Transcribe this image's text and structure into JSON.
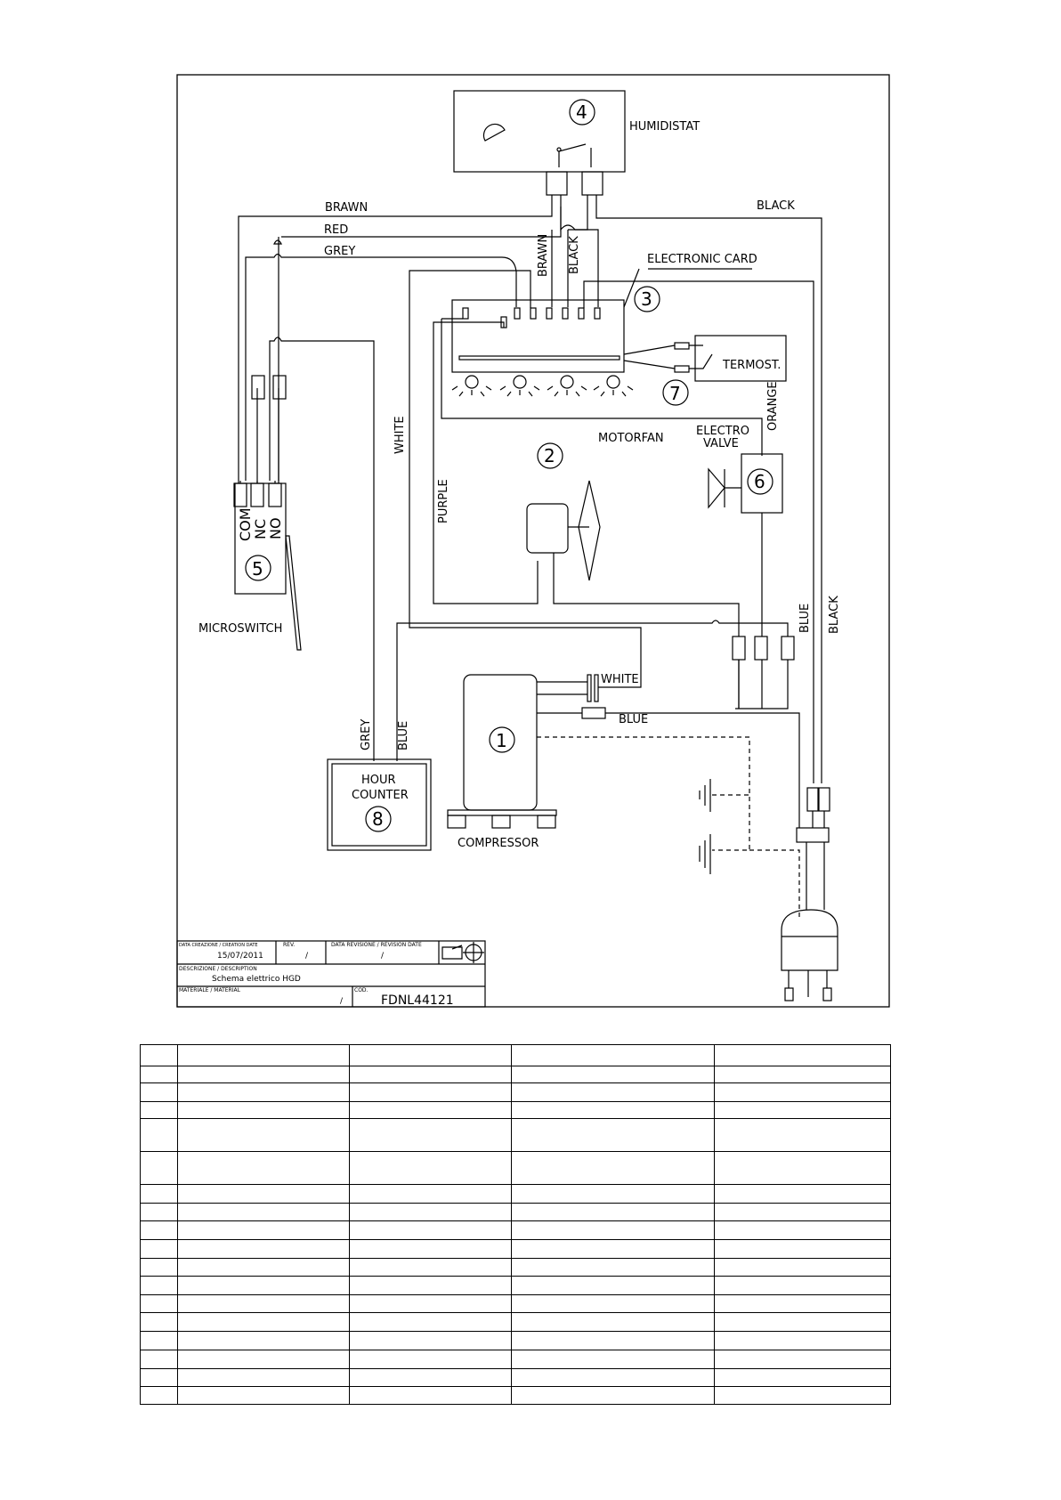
{
  "diagram": {
    "components": {
      "humidistat": {
        "number": "4",
        "label": "HUMIDISTAT"
      },
      "electronic_card": {
        "number": "3",
        "label": "ELECTRONIC CARD"
      },
      "thermostat": {
        "number": "7",
        "label": "TERMOST."
      },
      "motorfan": {
        "number": "2",
        "label": "MOTORFAN"
      },
      "electro_valve": {
        "number": "6",
        "label_line1": "ELECTRO",
        "label_line2": "VALVE"
      },
      "microswitch": {
        "number": "5",
        "label": "MICROSWITCH",
        "pins": [
          "COM",
          "NC",
          "NO"
        ]
      },
      "compressor": {
        "number": "1",
        "label": "COMPRESSOR"
      },
      "hour_counter": {
        "number": "8",
        "label_line1": "HOUR",
        "label_line2": "COUNTER"
      }
    },
    "wires": {
      "brawn": "BRAWN",
      "red": "RED",
      "grey": "GREY",
      "black": "BLACK",
      "white": "WHITE",
      "purple": "PURPLE",
      "orange": "ORANGE",
      "blue": "BLUE"
    }
  },
  "title_block": {
    "creation_date_label": "DATA CREAZIONE / CREATION DATE",
    "creation_date": "15/07/2011",
    "rev_label": "REV.",
    "rev": "/",
    "revision_date_label": "DATA REVISIONE / REVISION DATE",
    "revision_date": "/",
    "description_label": "DESCRIZIONE / DESCRIPTION",
    "description": "Schema elettrico HGD",
    "material_label": "MATERIALE / MATERIAL",
    "material": "/",
    "code_label": "COD.",
    "code": "FDNL44121"
  },
  "parts_table": {
    "rows": [
      [
        "",
        "",
        "",
        "",
        ""
      ],
      [
        "",
        "",
        "",
        "",
        ""
      ],
      [
        "",
        "",
        "",
        "",
        ""
      ],
      [
        "",
        "",
        "",
        "",
        ""
      ],
      [
        "",
        "",
        "",
        "",
        ""
      ],
      [
        "",
        "",
        "",
        "",
        ""
      ],
      [
        "",
        "",
        "",
        "",
        ""
      ],
      [
        "",
        "",
        "",
        "",
        ""
      ],
      [
        "",
        "",
        "",
        "",
        ""
      ],
      [
        "",
        "",
        "",
        "",
        ""
      ],
      [
        "",
        "",
        "",
        "",
        ""
      ],
      [
        "",
        "",
        "",
        "",
        ""
      ],
      [
        "",
        "",
        "",
        "",
        ""
      ],
      [
        "",
        "",
        "",
        "",
        ""
      ],
      [
        "",
        "",
        "",
        "",
        ""
      ],
      [
        "",
        "",
        "",
        "",
        ""
      ],
      [
        "",
        "",
        "",
        "",
        ""
      ],
      [
        "",
        "",
        "",
        "",
        ""
      ]
    ]
  }
}
